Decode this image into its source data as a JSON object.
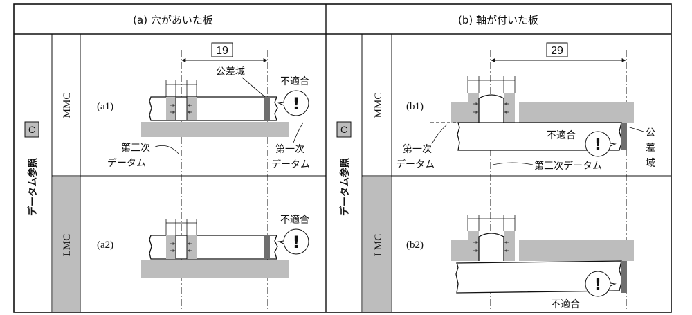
{
  "header": {
    "col_a": "(a) 穴があいた板",
    "col_b": "(b) 軸が付いた板"
  },
  "datum_label": "データム参照",
  "datum_letter": "C",
  "conditions": {
    "mmc": "MMC",
    "lmc": "LMC"
  },
  "panels": {
    "a1": {
      "label": "(a1)",
      "dimension": "19",
      "tolerance_zone": "公差域",
      "nonconform": "不適合",
      "mark": "!",
      "tertiary_datum": [
        "第三次",
        "データム"
      ],
      "primary_datum": [
        "第一次",
        "データム"
      ]
    },
    "a2": {
      "label": "(a2)",
      "nonconform": "不適合",
      "mark": "!"
    },
    "b1": {
      "label": "(b1)",
      "dimension": "29",
      "tolerance_zone": [
        "公",
        "差",
        "域"
      ],
      "nonconform": "不適合",
      "mark": "!",
      "primary_datum": [
        "第一次",
        "データム"
      ],
      "tertiary_datum": "第三次データム"
    },
    "b2": {
      "label": "(b2)",
      "nonconform": "不適合",
      "mark": "!"
    }
  },
  "colors": {
    "zone": "#bdbdbd",
    "zone_dark": "#6f6f6f",
    "line": "#111111"
  }
}
